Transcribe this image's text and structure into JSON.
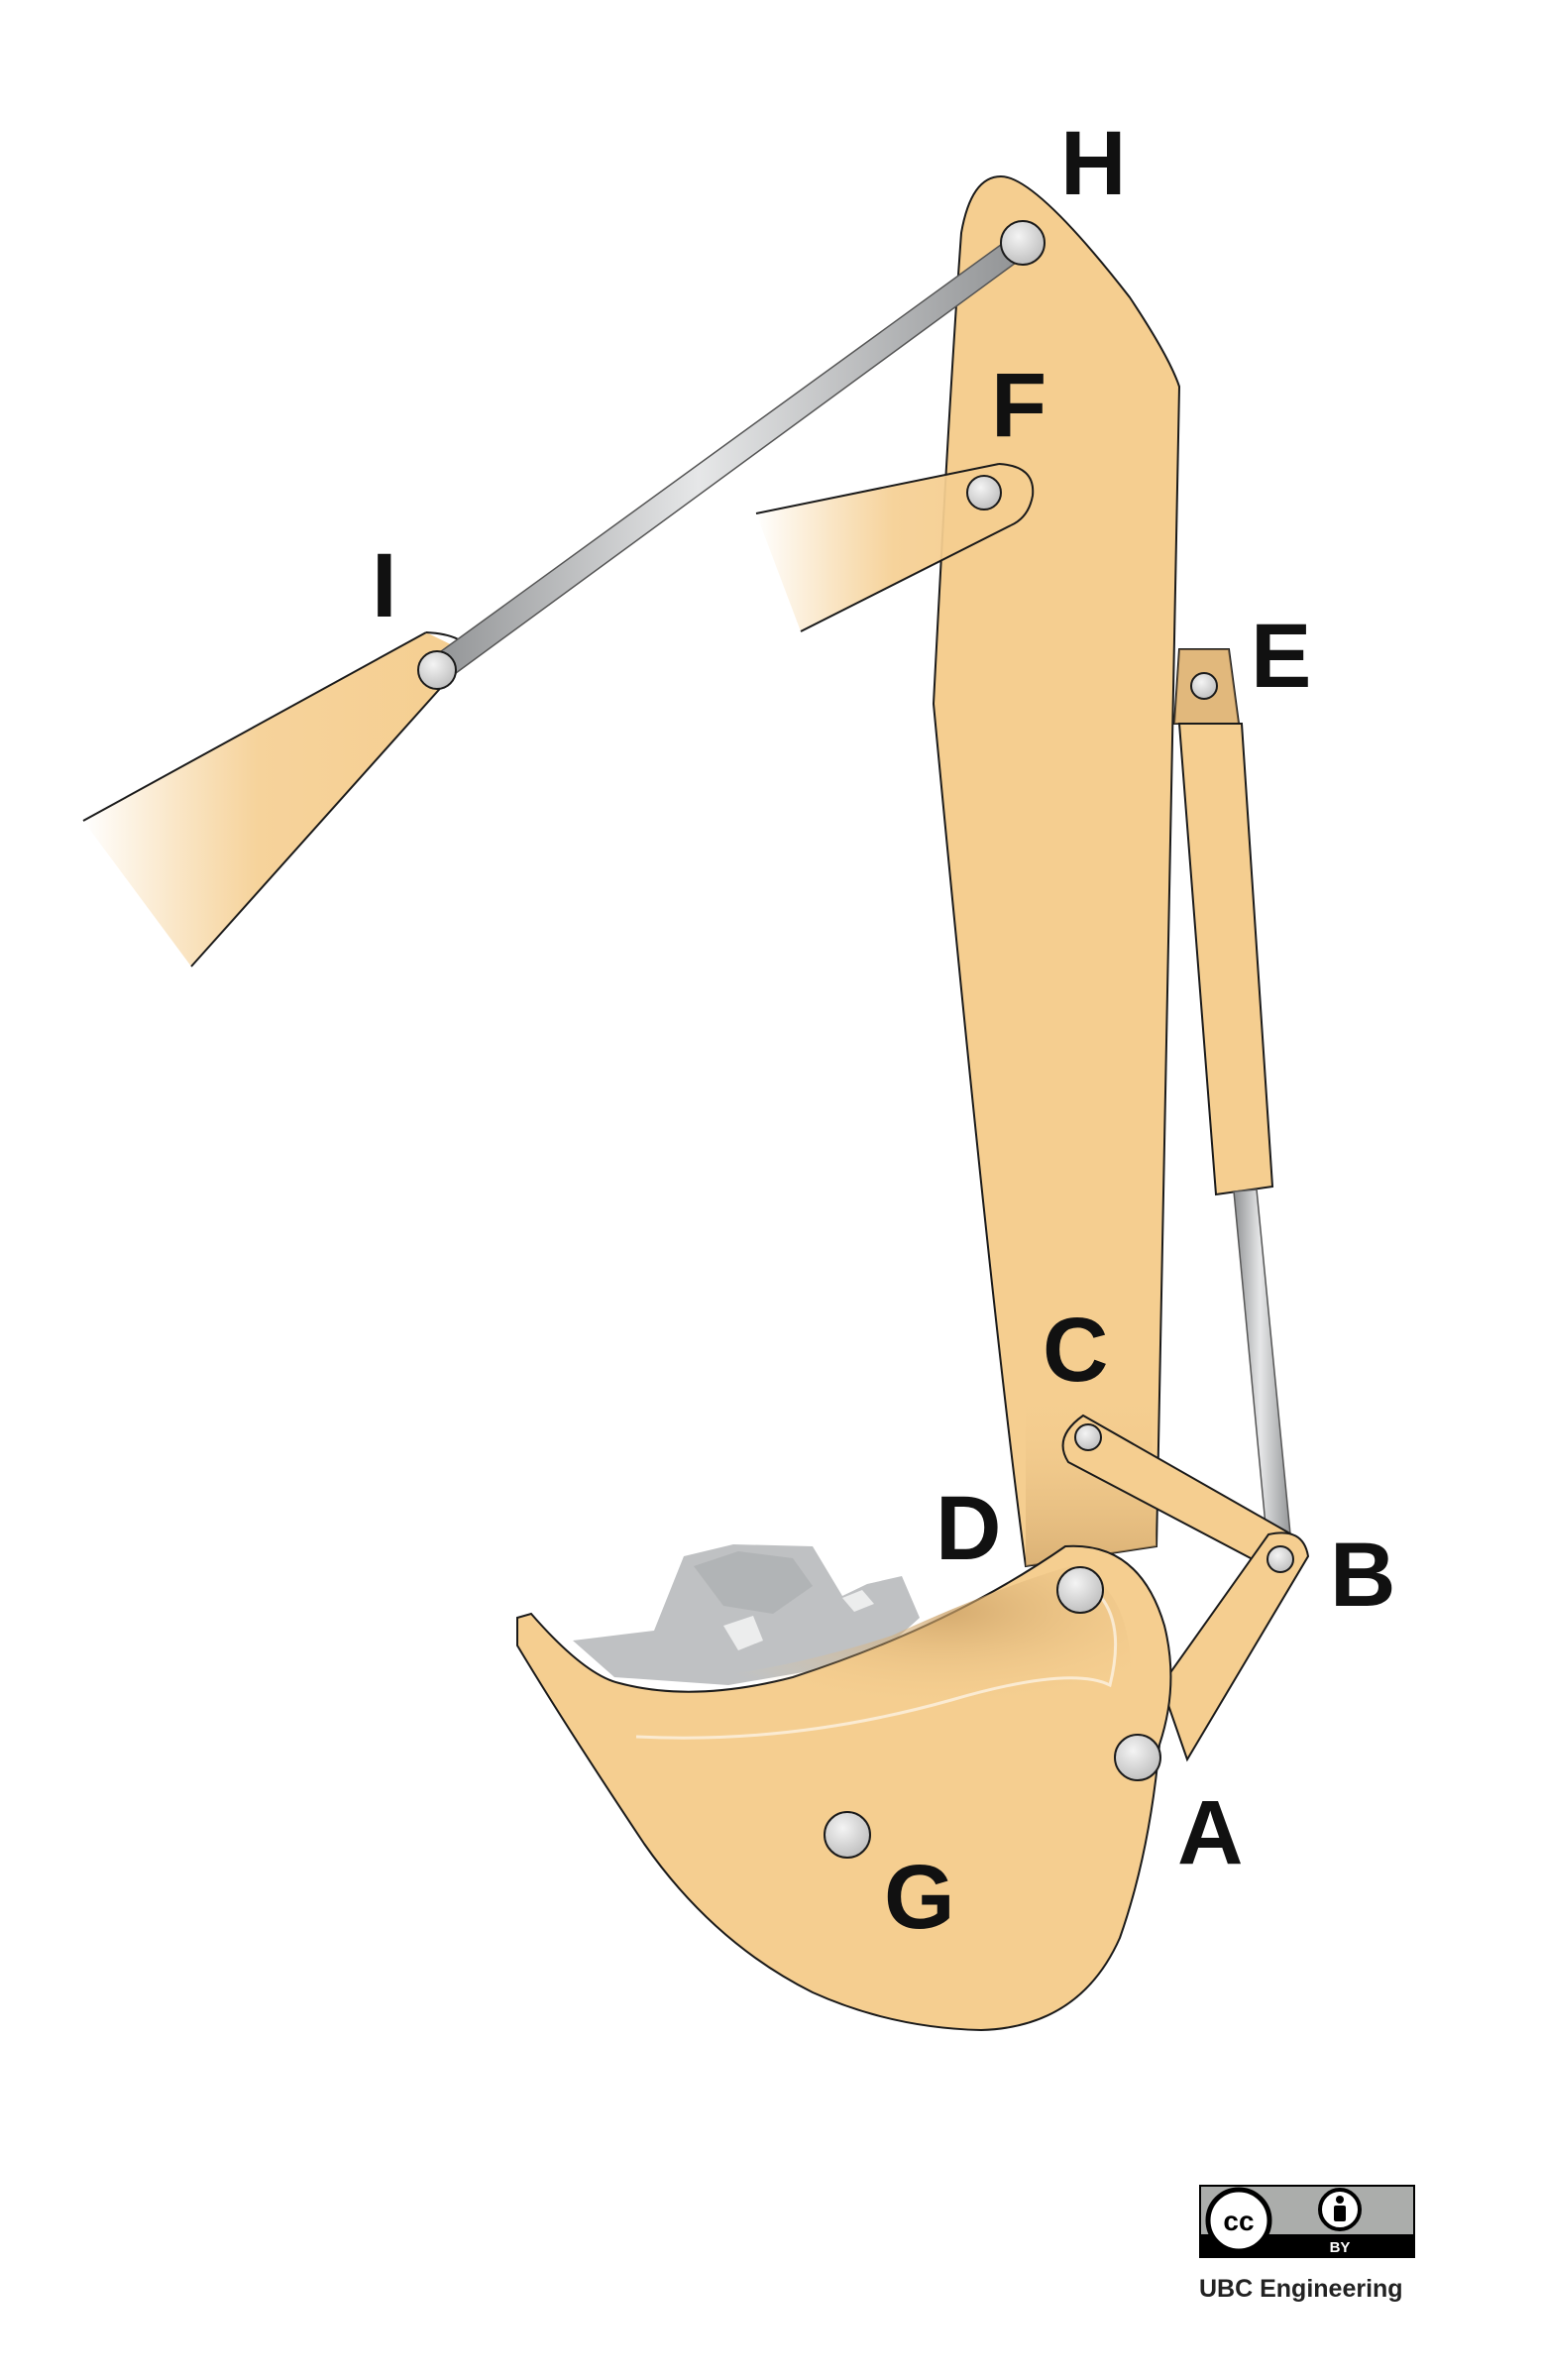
{
  "diagram": {
    "labels": {
      "A": "A",
      "B": "B",
      "C": "C",
      "D": "D",
      "E": "E",
      "F": "F",
      "G": "G",
      "H": "H",
      "I": "I"
    },
    "colors": {
      "arm": "#F5CE90",
      "arm_shade": "#D9B47C",
      "outline": "#1A1A1A",
      "rod": "#C9CBCD",
      "rod_dark": "#8C8E90",
      "pin": "#D9D9D9",
      "rock": "#BFC1C3"
    }
  },
  "license": {
    "cc": "cc",
    "by": "BY",
    "credit": "UBC Engineering"
  }
}
